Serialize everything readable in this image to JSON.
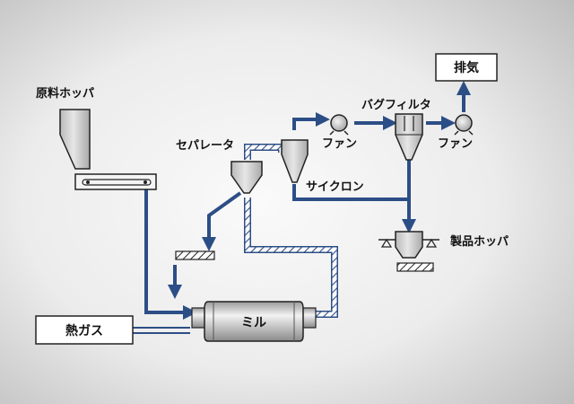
{
  "labels": {
    "raw_hopper": "原料ホッパ",
    "separator": "セパレータ",
    "fan_1": "ファン",
    "bag_filter": "バグフィルタ",
    "fan_2": "ファン",
    "exhaust": "排気",
    "cyclone": "サイクロン",
    "product_hopper": "製品ホッパ",
    "hot_gas": "熱ガス",
    "mill": "ミル"
  },
  "colors": {
    "pipe_blue": "#2c4e86",
    "equipment_fill": "#d4d4d4",
    "equipment_stroke": "#222222",
    "background": "#e9e9e9"
  }
}
